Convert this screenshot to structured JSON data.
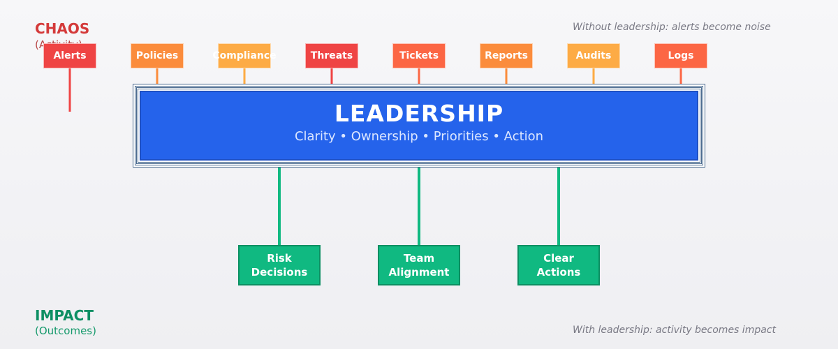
{
  "chaos": {
    "title": "CHAOS",
    "subtitle": "(Activity)",
    "note": "Without leadership: alerts become noise",
    "items": [
      {
        "label": "Alerts",
        "color": "#ef4444"
      },
      {
        "label": "Policies",
        "color": "#fb8c3c"
      },
      {
        "label": "Compliance",
        "color": "#fdab45"
      },
      {
        "label": "Threats",
        "color": "#ef4444"
      },
      {
        "label": "Tickets",
        "color": "#fc6644"
      },
      {
        "label": "Reports",
        "color": "#fb8c3c"
      },
      {
        "label": "Audits",
        "color": "#fdab45"
      },
      {
        "label": "Logs",
        "color": "#fc6644"
      }
    ]
  },
  "hub": {
    "title": "LEADERSHIP",
    "subtitle": "Clarity • Ownership • Priorities • Action",
    "color": "#2563eb"
  },
  "impact": {
    "title": "IMPACT",
    "subtitle": "(Outcomes)",
    "note": "With leadership: activity becomes impact",
    "color": "#10b981",
    "items": [
      {
        "line1": "Risk",
        "line2": "Decisions"
      },
      {
        "line1": "Team",
        "line2": "Alignment"
      },
      {
        "line1": "Clear",
        "line2": "Actions"
      }
    ]
  }
}
